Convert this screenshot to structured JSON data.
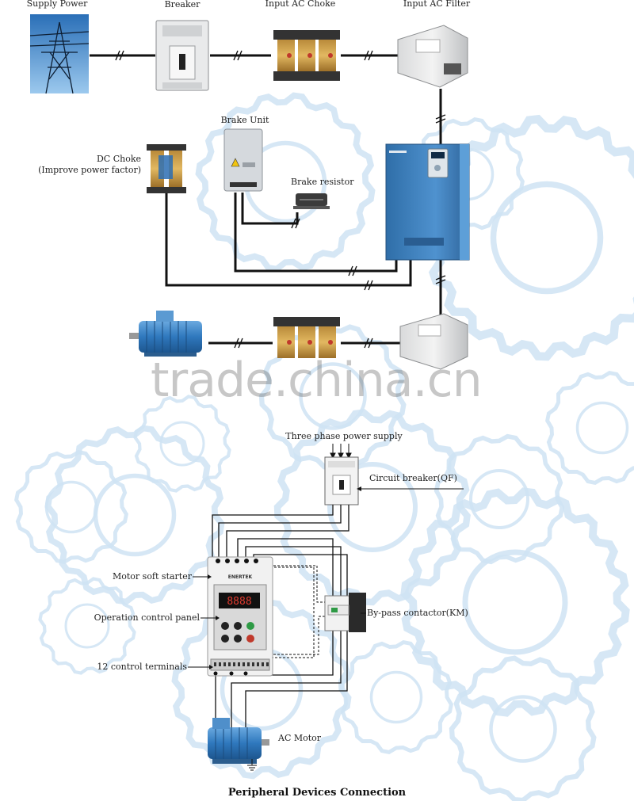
{
  "top_diagram": {
    "supply_power": "Supply Power",
    "breaker": "Breaker",
    "input_ac_choke": "Input AC Choke",
    "input_ac_filter": "Input AC Filter",
    "brake_unit": "Brake Unit",
    "dc_choke_line1": "DC Choke",
    "dc_choke_line2": "(Improve power factor)",
    "brake_resistor": "Brake resistor"
  },
  "watermark": "trade.china.cn",
  "bottom_diagram": {
    "three_phase_supply": "Three phase power supply",
    "circuit_breaker": "Circuit breaker(QF)",
    "motor_soft_starter": "Motor soft starter",
    "operation_control_panel": "Operation control panel",
    "control_terminals": "12 control terminals",
    "bypass_contactor": "By-pass contactor(KM)",
    "ac_motor": "AC Motor",
    "starter_brand": "ENERTEK",
    "starter_display": "8888"
  },
  "footer_title": "Peripheral Devices Connection",
  "colors": {
    "gear": "#cfe3f3",
    "wire": "#111111",
    "inverter_body": "#3f7fb8",
    "motor_blue": "#3d86c6"
  }
}
